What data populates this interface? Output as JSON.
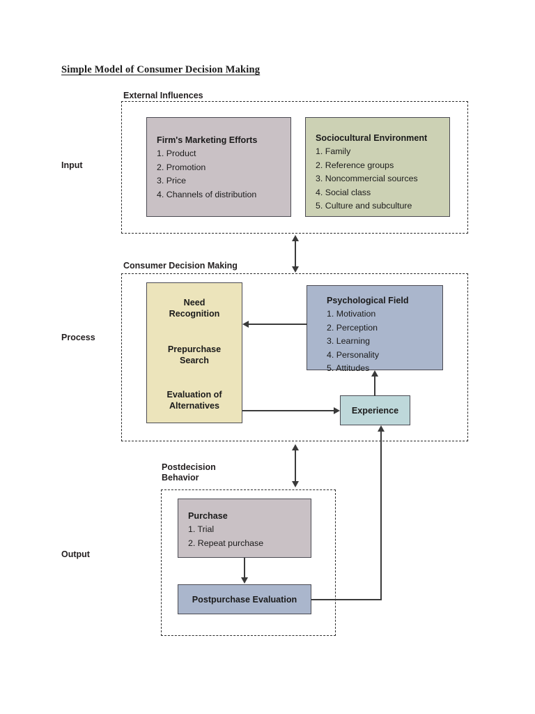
{
  "title": "Simple Model of Consumer Decision Making",
  "stages": [
    {
      "id": "input",
      "label": "Input"
    },
    {
      "id": "process",
      "label": "Process"
    },
    {
      "id": "output",
      "label": "Output"
    }
  ],
  "sections": [
    {
      "id": "external-influences",
      "caption": "External Influences"
    },
    {
      "id": "consumer-decision",
      "caption": "Consumer Decision Making"
    },
    {
      "id": "postdecision-behavior",
      "caption_line1": "Postdecision",
      "caption_line2": "Behavior"
    }
  ],
  "boxes": {
    "firm_marketing": {
      "title": "Firm's Marketing Efforts",
      "items": [
        "1. Product",
        "2. Promotion",
        "3. Price",
        "4. Channels of distribution"
      ],
      "color": "#c9c1c5"
    },
    "sociocultural": {
      "title": "Sociocultural Environment",
      "items": [
        "1. Family",
        "2. Reference groups",
        "3. Noncommercial sources",
        "4. Social class",
        "5. Culture and subculture"
      ],
      "color": "#ccd1b4"
    },
    "decision_stages": {
      "labels": [
        {
          "line1": "Need",
          "line2": "Recognition"
        },
        {
          "line1": "Prepurchase",
          "line2": "Search"
        },
        {
          "line1": "Evaluation of",
          "line2": "Alternatives"
        }
      ],
      "color": "#ece4bb"
    },
    "psychological_field": {
      "title": "Psychological Field",
      "items": [
        "1. Motivation",
        "2. Perception",
        "3. Learning",
        "4. Personality",
        "5. Attitudes"
      ],
      "color": "#aab6cc"
    },
    "experience": {
      "label": "Experience",
      "color": "#bed8da"
    },
    "purchase": {
      "title": "Purchase",
      "items": [
        "1. Trial",
        "2. Repeat purchase"
      ],
      "color": "#c9c1c5"
    },
    "postpurchase_evaluation": {
      "label": "Postpurchase Evaluation",
      "color": "#aab6cc"
    }
  },
  "connectors": [
    {
      "id": "external-to-decision",
      "type": "double-arrow-vertical"
    },
    {
      "id": "decision-to-postdecision",
      "type": "double-arrow-vertical"
    },
    {
      "id": "psychological-to-need",
      "type": "arrow-left"
    },
    {
      "id": "evaluation-to-experience",
      "type": "arrow-right"
    },
    {
      "id": "experience-to-psychological",
      "type": "arrow-up"
    },
    {
      "id": "purchase-to-postpurchase",
      "type": "arrow-down"
    },
    {
      "id": "postpurchase-to-experience",
      "type": "elbow-arrow-up"
    }
  ]
}
